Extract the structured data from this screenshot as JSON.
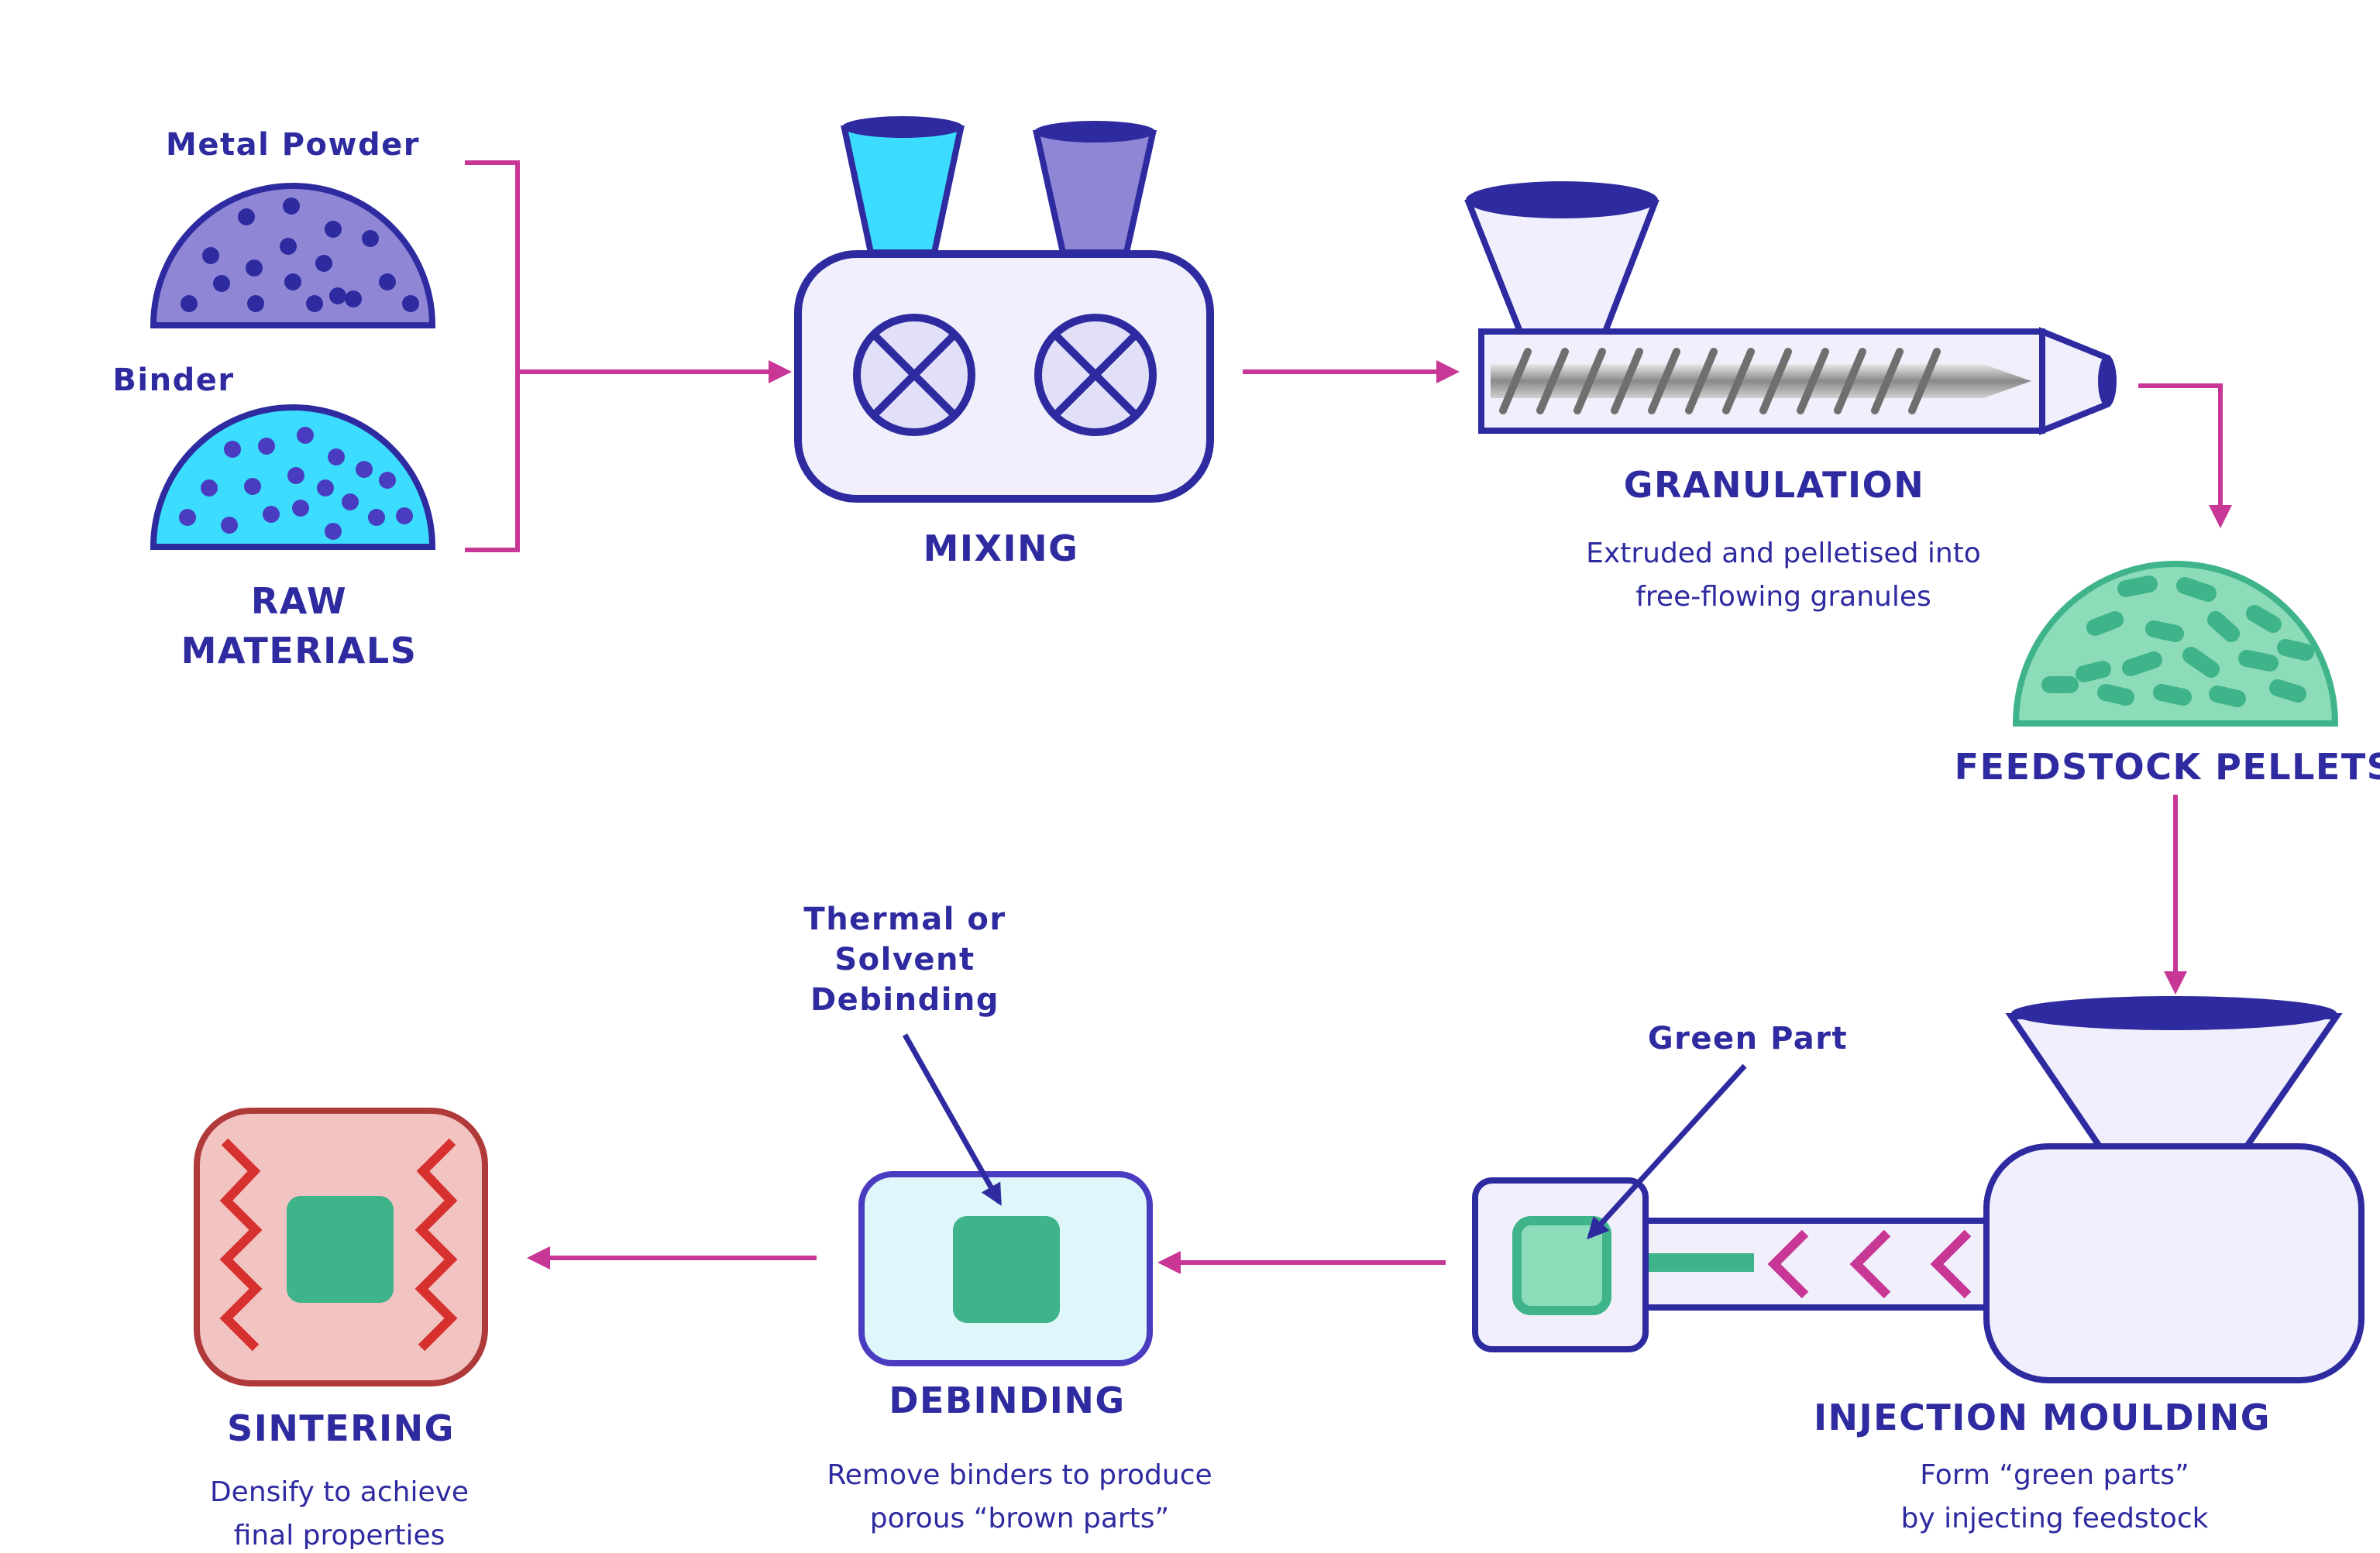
{
  "raw_materials": {
    "metal_powder": "Metal Powder",
    "binder": "Binder",
    "title_line1": "RAW",
    "title_line2": "MATERIALS"
  },
  "mixing": {
    "title": "MIXING"
  },
  "granulation": {
    "title": "GRANULATION",
    "desc_line1": "Extruded and pelletised into",
    "desc_line2": "free-flowing granules"
  },
  "feedstock": {
    "title": "FEEDSTOCK PELLETS"
  },
  "injection": {
    "title": "INJECTION MOULDING",
    "desc_line1": "Form “green parts”",
    "desc_line2": "by injecting feedstock",
    "green_part_label": "Green Part"
  },
  "debinding": {
    "title": "DEBINDING",
    "desc_line1": "Remove binders to produce",
    "desc_line2": "porous “brown parts”",
    "method_line1": "Thermal or",
    "method_line2": "Solvent",
    "method_line3": "Debinding"
  },
  "sintering": {
    "title": "SINTERING",
    "desc_line1": "Densify to achieve",
    "desc_line2": "final properties"
  },
  "colors": {
    "navy": "#2e2aa0",
    "magenta": "#c83796",
    "purple": "#8f87d6",
    "cyan": "#3cdcff",
    "green": "#3fb389",
    "light_green": "#8ddcb9",
    "pink_bg": "#f2c4c1",
    "red": "#d6302f"
  }
}
